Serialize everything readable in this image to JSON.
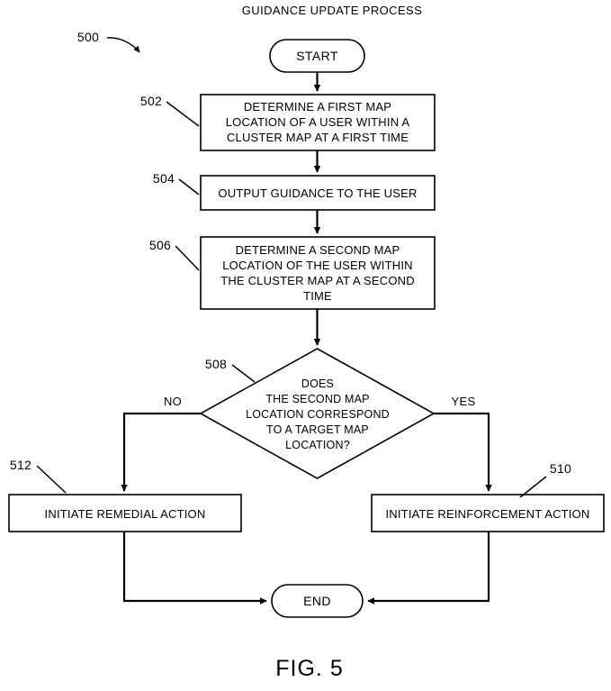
{
  "figure": {
    "title": "GUIDANCE UPDATE PROCESS",
    "caption": "FIG. 5",
    "process_ref": "500",
    "line_color": "#000000",
    "background_color": "#ffffff"
  },
  "terminators": {
    "start": "START",
    "end": "END"
  },
  "steps": [
    {
      "ref": "502",
      "lines": [
        "DETERMINE A FIRST MAP",
        "LOCATION OF A USER WITHIN A",
        "CLUSTER MAP AT A FIRST TIME"
      ]
    },
    {
      "ref": "504",
      "lines": [
        "OUTPUT GUIDANCE TO THE USER"
      ]
    },
    {
      "ref": "506",
      "lines": [
        "DETERMINE A SECOND MAP",
        "LOCATION OF THE USER WITHIN",
        "THE CLUSTER MAP AT A SECOND",
        "TIME"
      ]
    }
  ],
  "decision": {
    "ref": "508",
    "lines": [
      "DOES",
      "THE SECOND MAP",
      "LOCATION CORRESPOND",
      "TO A TARGET MAP",
      "LOCATION?"
    ],
    "branch_no": "NO",
    "branch_yes": "YES"
  },
  "outcomes": [
    {
      "ref": "512",
      "label": "INITIATE REMEDIAL ACTION",
      "branch": "NO"
    },
    {
      "ref": "510",
      "label": "INITIATE REINFORCEMENT ACTION",
      "branch": "YES"
    }
  ]
}
